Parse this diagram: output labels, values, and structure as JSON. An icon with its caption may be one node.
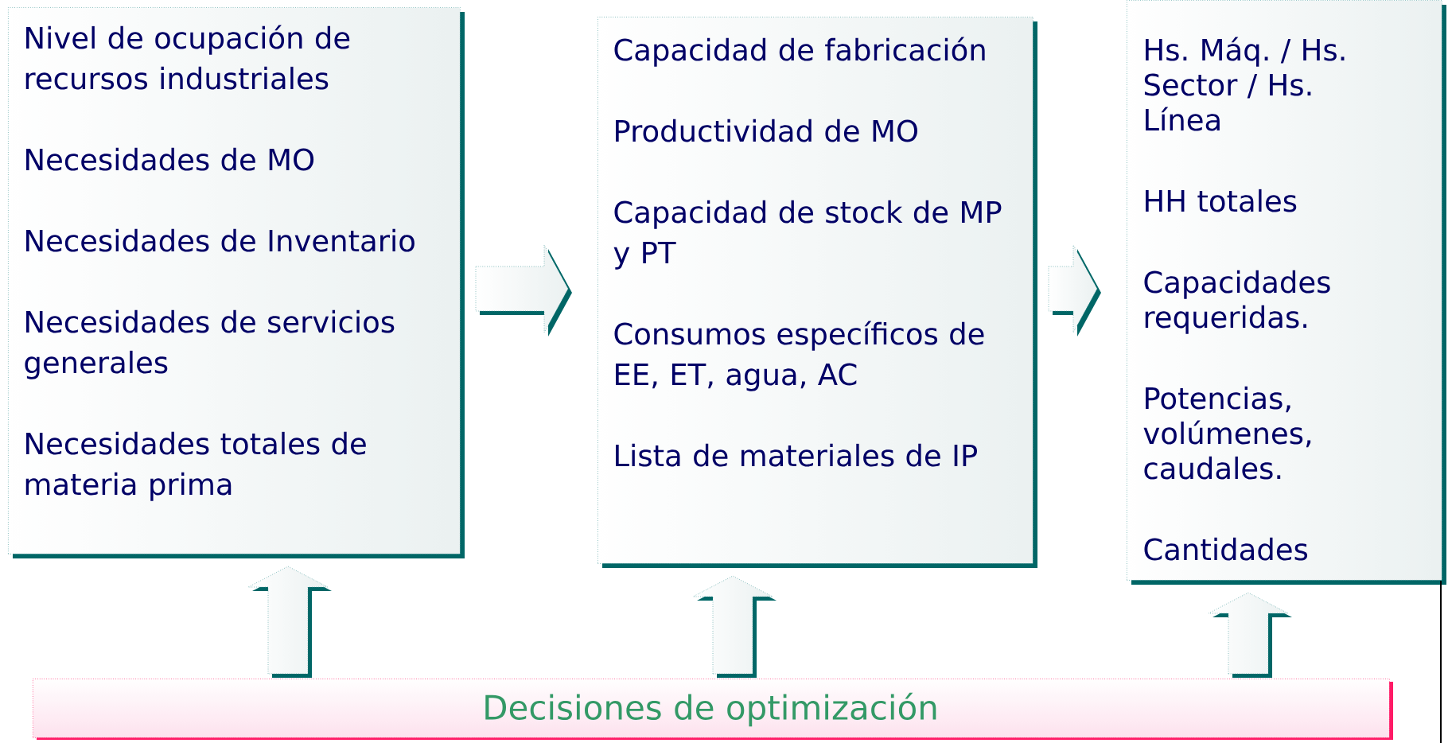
{
  "diagram": {
    "nodes": [
      {
        "text": [
          "Nivel de ocupación de recursos industriales",
          "Necesidades de MO",
          "Necesidades de Inventario",
          "Necesidades de servicios generales",
          "Necesidades totales de materia prima"
        ]
      },
      {
        "text": [
          "Capacidad de fabricación",
          "Productividad de MO",
          "Capacidad de stock de MP y PT",
          "Consumos específicos de EE, ET, agua, AC",
          "Lista de materiales de IP"
        ]
      },
      {
        "text": [
          "Hs. Máq. / Hs. Sector / Hs. Línea",
          "HH totales",
          "Capacidades requeridas.",
          "Potencias, volúmenes, caudales.",
          "Cantidades"
        ]
      },
      {
        "text": [
          "Decisiones de optimización"
        ]
      }
    ],
    "edges": [
      {
        "from": 0,
        "to": 1,
        "arrow": "to"
      },
      {
        "from": 1,
        "to": 2,
        "arrow": "to"
      },
      {
        "from": 3,
        "to": 0,
        "arrow": "to"
      },
      {
        "from": 3,
        "to": 1,
        "arrow": "to"
      },
      {
        "from": 3,
        "to": 2,
        "arrow": "to"
      }
    ]
  }
}
